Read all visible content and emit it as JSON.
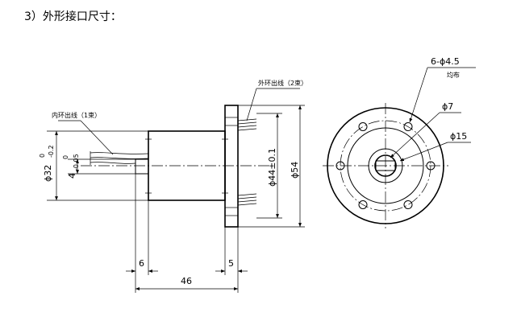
{
  "heading": "3）外形接口尺寸：",
  "labels": {
    "inner_lead": "内环出线（1束）",
    "outer_lead": "外环出线（2束）",
    "holes": "6-ϕ4.5",
    "holes_note": "均布",
    "d7": "ϕ7",
    "d15": "ϕ15"
  },
  "dimensions": {
    "d32": "ϕ32",
    "d32_tol_upper": "0",
    "d32_tol_lower": "-0.2",
    "shaft": "4",
    "shaft_tol_upper": "0",
    "shaft_tol_lower": "-0.05",
    "d44": "ϕ44±0.1",
    "d54": "ϕ54",
    "len6": "6",
    "len5": "5",
    "len46": "46"
  }
}
